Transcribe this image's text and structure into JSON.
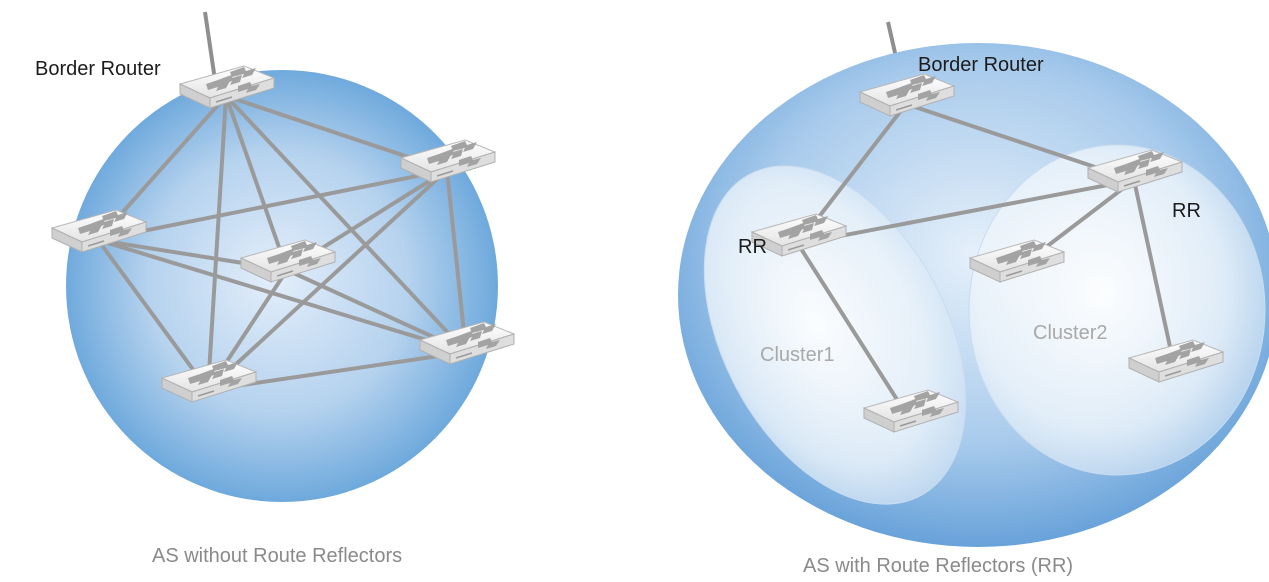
{
  "left_panel": {
    "border_router_label": "Border Router",
    "caption": "AS without Route Reflectors"
  },
  "right_panel": {
    "border_router_label": "Border Router",
    "rr_label_1": "RR",
    "rr_label_2": "RR",
    "cluster1_label": "Cluster1",
    "cluster2_label": "Cluster2",
    "caption": "AS with Route Reflectors (RR)"
  },
  "colors": {
    "as_blue_edge": "#5d9fd8",
    "as_blue_center": "#dcebf8",
    "link_gray": "#9a9a9a",
    "router_body": "#f2f2f2",
    "router_arrows": "#9a9a9a"
  },
  "icons": {
    "router": "router-icon"
  }
}
